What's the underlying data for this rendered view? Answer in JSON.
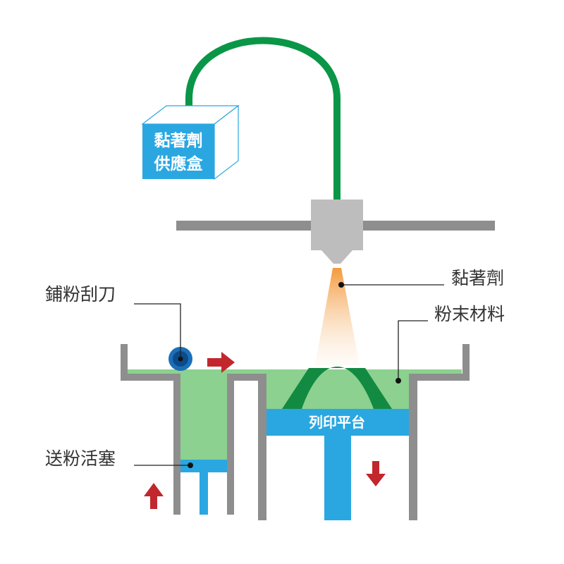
{
  "labels": {
    "supply_box_line1": "黏著劑",
    "supply_box_line2": "供應盒",
    "binder": "黏著劑",
    "powder_material": "粉末材料",
    "recoater_blade": "鋪粉刮刀",
    "feed_piston": "送粉活塞",
    "build_platform": "列印平台"
  },
  "colors": {
    "tube": "#0a9647",
    "supply_box": "#2aa7e1",
    "gantry": "#8e8e8e",
    "print_head": "#bdbdbd",
    "powder": "#8cd18f",
    "printed_part": "#138a41",
    "platform": "#2aa7e1",
    "wall": "#8e8e8e",
    "arrow": "#c1272d",
    "blade_outer": "#1a6fb8",
    "blade_inner": "#0c4b8a",
    "spray": "#f5a65b",
    "leader": "#222222"
  }
}
